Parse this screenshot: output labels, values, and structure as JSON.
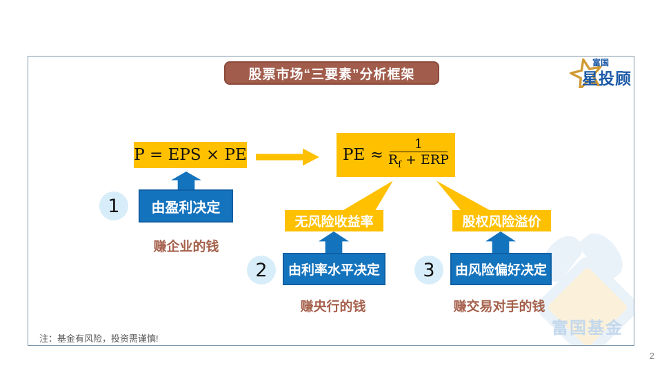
{
  "slide": {
    "title": "股票市场“三要素”分析框架",
    "note": "注：基金有风险，投资需谨慎!",
    "page_number": "2"
  },
  "logo": {
    "brand_top": "富国",
    "brand_main": "星投顾"
  },
  "watermark_text": "富国基金",
  "formula_price": "P = EPS × PE",
  "formula_pe": {
    "lhs": "PE ≈",
    "numerator": "1",
    "den_base": "R",
    "den_sub": "f",
    "den_rest": " + ERP"
  },
  "labels": {
    "risk_free": "无风险收益率",
    "erp": "股权风险溢价"
  },
  "factors": [
    {
      "num": "1",
      "determinant": "由盈利决定",
      "earn": "赚企业的钱"
    },
    {
      "num": "2",
      "determinant": "由利率水平决定",
      "earn": "赚央行的钱"
    },
    {
      "num": "3",
      "determinant": "由风险偏好决定",
      "earn": "赚交易对手的钱"
    }
  ],
  "colors": {
    "gold": "#FFC000",
    "box_blue": "#1473BD",
    "title_brown": "#A15C4B",
    "earn_brown": "#A5604B",
    "circle_blue": "#D7EDF9",
    "frame_border": "#7C96AC",
    "logo_blue": "#1B59A6"
  }
}
